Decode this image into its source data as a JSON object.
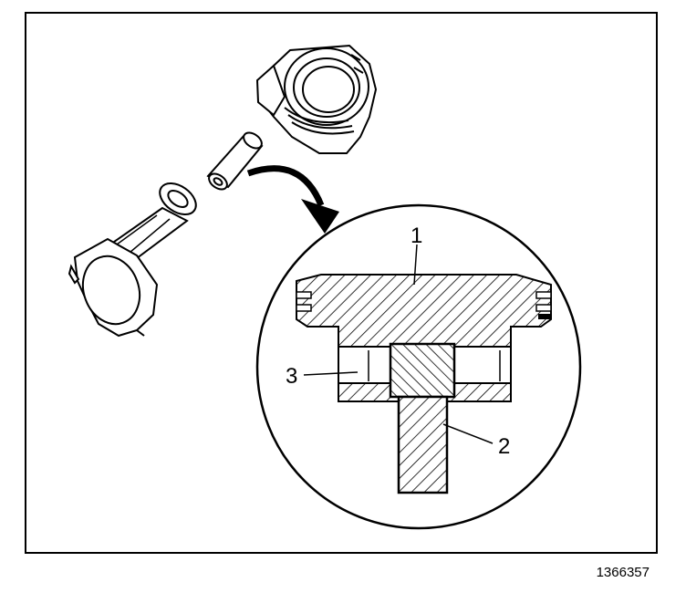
{
  "figure": {
    "callouts": [
      {
        "id": "1",
        "label": "1"
      },
      {
        "id": "2",
        "label": "2"
      },
      {
        "id": "3",
        "label": "3"
      }
    ],
    "figure_number": "1366357"
  },
  "colors": {
    "ink": "#000000",
    "paper": "#ffffff"
  }
}
